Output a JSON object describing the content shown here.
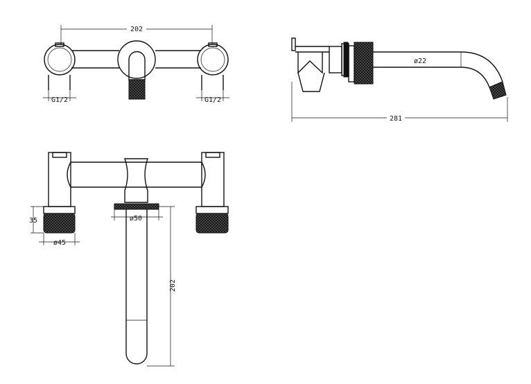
{
  "dimensions": {
    "top_width": "202",
    "left_thread": "G1/2",
    "right_thread": "G1/2",
    "spout_diameter": "ø22",
    "projection": "281",
    "handle_height": "35",
    "handle_diameter": "ø45",
    "spout_base_diameter": "ø50",
    "spout_length": "202"
  },
  "colors": {
    "line": "#111111",
    "background": "#ffffff"
  }
}
